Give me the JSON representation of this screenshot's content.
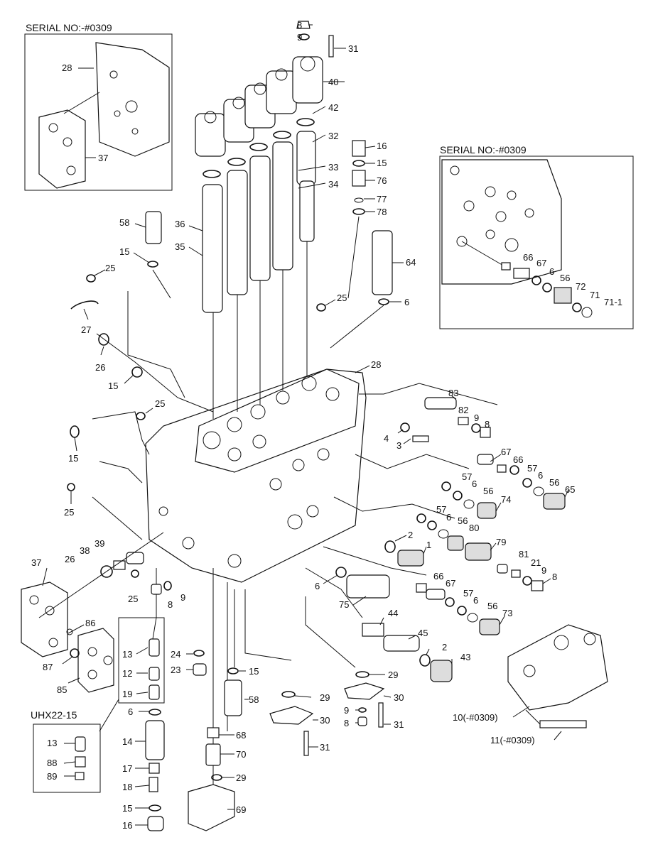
{
  "inset_left": {
    "title": "SERIAL NO:-#0309",
    "labels": [
      "28",
      "37"
    ]
  },
  "inset_right": {
    "title": "SERIAL NO:-#0309",
    "labels": [
      "66",
      "67",
      "6",
      "56",
      "72",
      "71",
      "71-1"
    ]
  },
  "inset_uhx": {
    "title": "UHX22-15",
    "labels": [
      "13",
      "88",
      "89"
    ]
  },
  "callouts": {
    "c8a": "8",
    "c9a": "9",
    "c31a": "31",
    "c40": "40",
    "c42": "42",
    "c32": "32",
    "c33": "33",
    "c34": "34",
    "c16a": "16",
    "c15a": "15",
    "c76": "76",
    "c77": "77",
    "c78": "78",
    "c58a": "58",
    "c36": "36",
    "c35": "35",
    "c15b": "15",
    "c25a": "25",
    "c27": "27",
    "c26a": "26",
    "c64": "64",
    "c6a": "6",
    "c25b": "25",
    "c15c": "15",
    "c28": "28",
    "c25c": "25",
    "c15d": "15",
    "c25d": "25",
    "c83": "83",
    "c82": "82",
    "c9b": "9",
    "c8b": "8",
    "c4": "4",
    "c3": "3",
    "c67a": "67",
    "c66a": "66",
    "c57a": "57",
    "c6b": "6",
    "c57b": "57",
    "c6c": "6",
    "c56a": "56",
    "c65": "65",
    "c56b": "56",
    "c74": "74",
    "c57c": "57",
    "c6d": "6",
    "c56c": "56",
    "c80": "80",
    "c79": "79",
    "c2a": "2",
    "c1": "1",
    "c81": "81",
    "c21": "21",
    "c9c": "9",
    "c8c": "8",
    "c37": "37",
    "c38": "38",
    "c39": "39",
    "c26b": "26",
    "c25e": "25",
    "c8d": "8",
    "c9d": "9",
    "c6e": "6",
    "c66b": "66",
    "c67b": "67",
    "c57d": "57",
    "c6f": "6",
    "c56d": "56",
    "c73": "73",
    "c75": "75",
    "c86": "86",
    "c87": "87",
    "c85": "85",
    "c13": "13",
    "c12": "12",
    "c19": "19",
    "c24": "24",
    "c23": "23",
    "c15e": "15",
    "c44": "44",
    "c45": "45",
    "c2b": "2",
    "c43": "43",
    "c29a": "29",
    "c30a": "30",
    "c58b": "58",
    "c29b": "29",
    "c30b": "30",
    "c9e": "9",
    "c8e": "8",
    "c31b": "31",
    "c31c": "31",
    "c10": "10(-#0309)",
    "c11": "11(-#0309)",
    "c6g": "6",
    "c14": "14",
    "c17": "17",
    "c18": "18",
    "c15f": "15",
    "c16b": "16",
    "c68": "68",
    "c70": "70",
    "c29c": "29",
    "c69": "69"
  }
}
